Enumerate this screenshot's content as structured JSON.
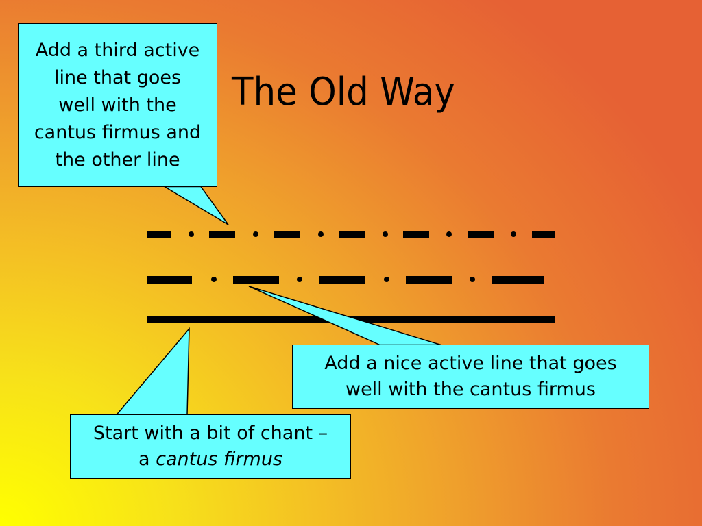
{
  "slide": {
    "title": "The Old Way"
  },
  "callouts": {
    "third_line": {
      "lines": [
        "Add a third active",
        "line that goes",
        "well with the",
        "cantus firmus and",
        "the other line"
      ]
    },
    "second_line": {
      "lines": [
        "Add a nice active line that goes",
        "well with the cantus firmus"
      ]
    },
    "cantus": {
      "line1": "Start with a bit of chant –",
      "line2_prefix": "a ",
      "line2_emphasis": "cantus firmus"
    }
  },
  "colors": {
    "callout_fill": "#66ffff",
    "text": "#000000",
    "background_light": "#ffff00",
    "background_dark": "#e66134"
  },
  "lines": {
    "third_line_pattern": "short dashes with dots",
    "second_line_pattern": "long dashes with dots",
    "cantus_pattern": "solid line"
  }
}
